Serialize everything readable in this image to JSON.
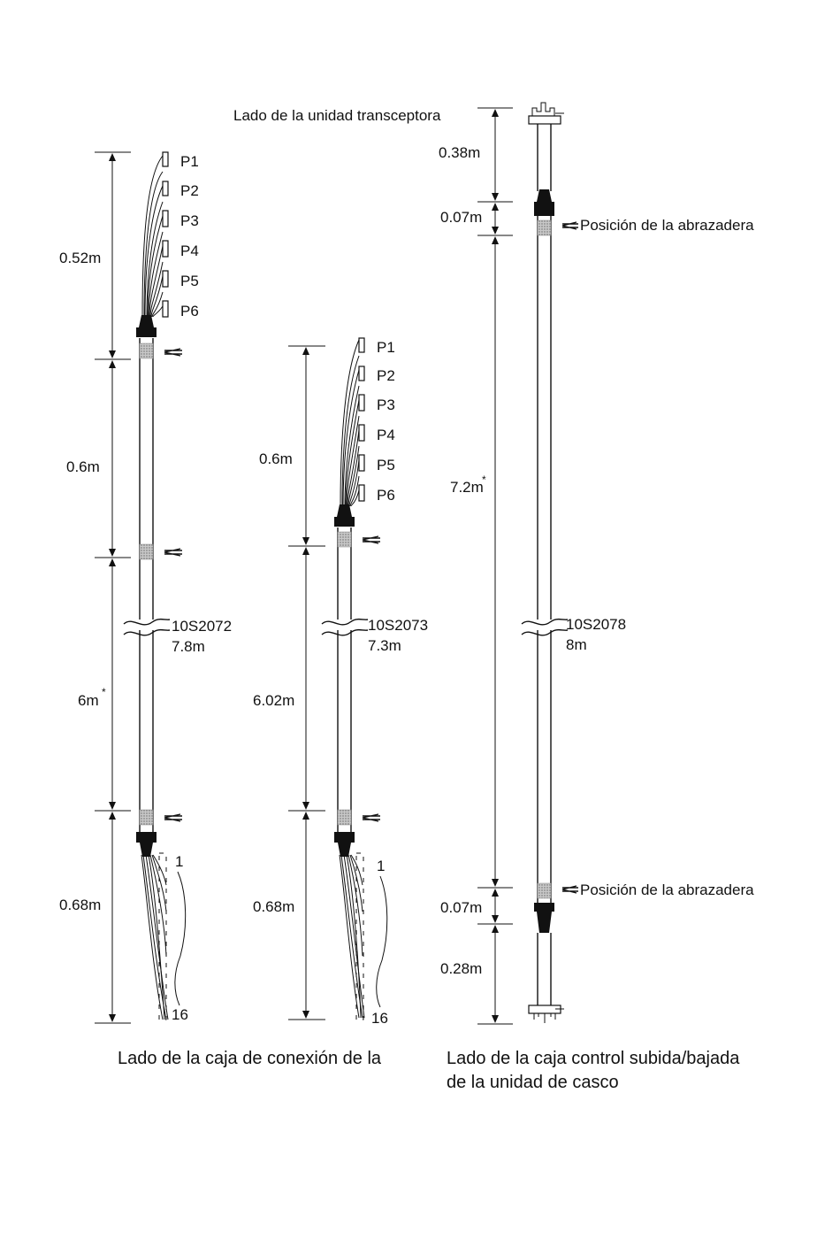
{
  "cable_left": {
    "connectors": [
      "P1",
      "P2",
      "P3",
      "P4",
      "P5",
      "P6"
    ],
    "dim_top": "0.52m",
    "dim_2": "0.6m",
    "dim_3": "6m",
    "dim_3_mark": "*",
    "part_number": "10S2072",
    "length": "7.8m",
    "dim_bottom": "0.68m",
    "pin_first": "1",
    "pin_last": "16"
  },
  "cable_middle": {
    "connectors": [
      "P1",
      "P2",
      "P3",
      "P4",
      "P5",
      "P6"
    ],
    "dim_top": "0.6m",
    "dim_mid": "6.02m",
    "part_number": "10S2073",
    "length": "7.3m",
    "dim_bottom": "0.68m",
    "pin_first": "1",
    "pin_last": "16"
  },
  "cable_right": {
    "top_label": "Lado de la unidad transceptora",
    "dim_top": "0.38m",
    "dim_clamp_top": "0.07m",
    "clamp_label_top": "Posición de la abrazadera",
    "dim_mid": "7.2m",
    "dim_mid_mark": "*",
    "part_number": "10S2078",
    "length": "8m",
    "clamp_label_bottom": "Posición de la abrazadera",
    "dim_clamp_bottom": "0.07m",
    "dim_bottom": "0.28m"
  },
  "captions": {
    "left": "Lado de la caja de conexión de la",
    "right_line1": "Lado de la caja control subida/bajada",
    "right_line2": "de la unidad de casco"
  },
  "colors": {
    "ink": "#111111",
    "clamp": "#9a9a9a",
    "background": "#ffffff"
  }
}
